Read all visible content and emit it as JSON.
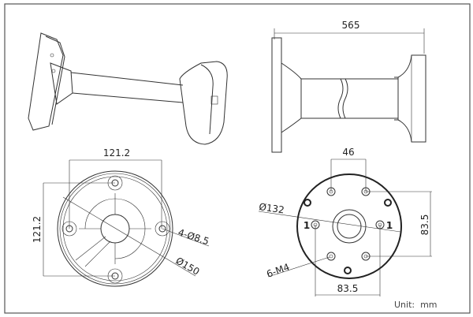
{
  "dimensions": {
    "overall_length": "565",
    "base_width": "121.2",
    "base_height": "121.2",
    "mount_holes": "4-Ø8.5",
    "base_diameter": "Ø150",
    "top_hole_spacing": "46",
    "plate_diameter": "Ø132",
    "plate_vertical": "83.5",
    "plate_horizontal": "83.5",
    "screw_spec": "6-M4",
    "hole_mark_left": "1",
    "hole_mark_right": "1"
  },
  "unit_label": "Unit:  mm"
}
